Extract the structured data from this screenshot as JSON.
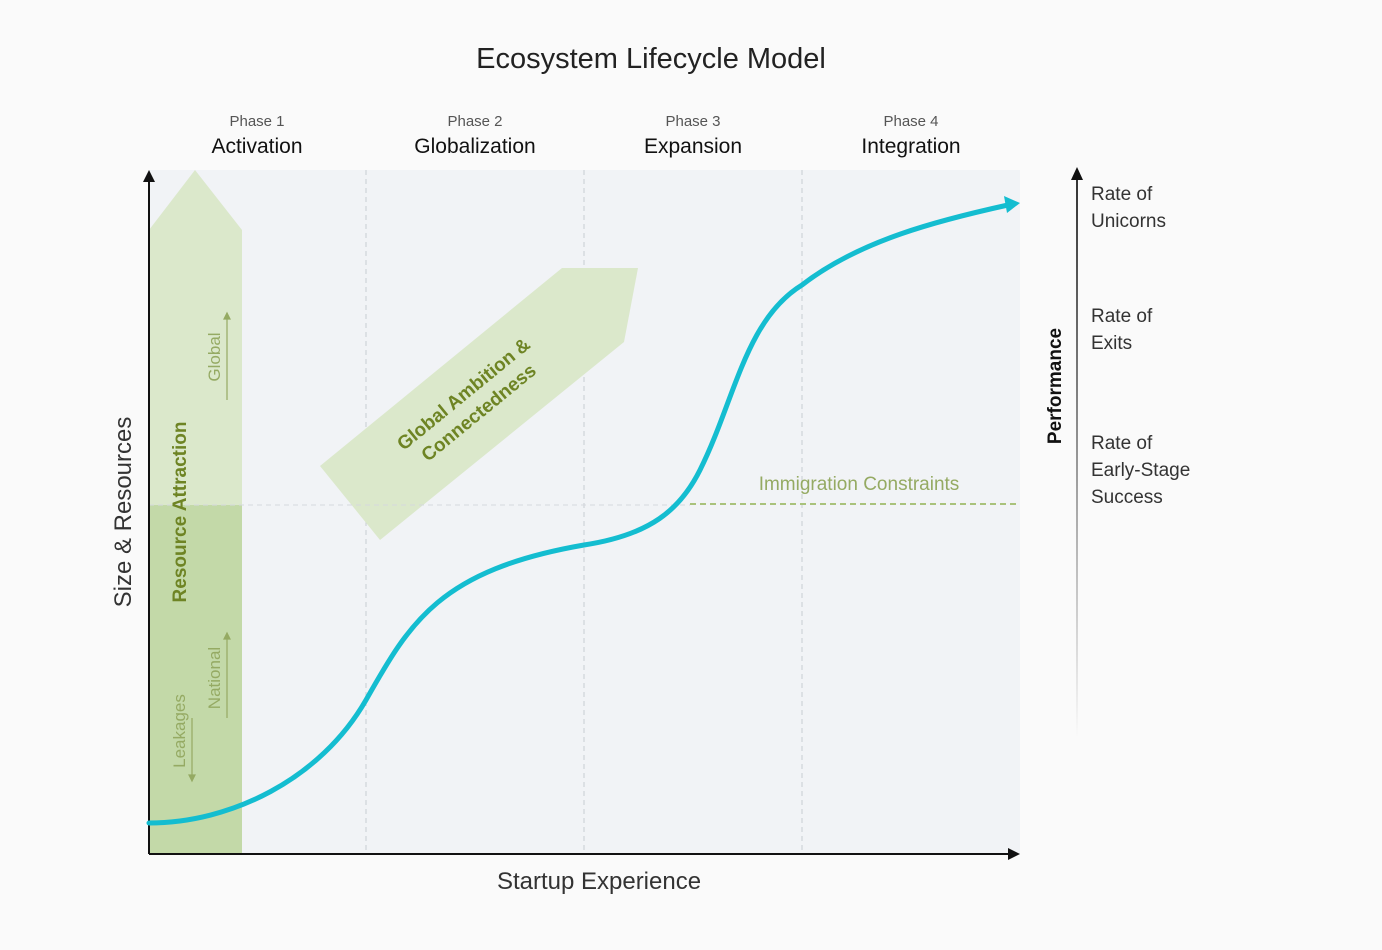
{
  "title": "Ecosystem Lifecycle Model",
  "phases": [
    {
      "number": "Phase 1",
      "name": "Activation"
    },
    {
      "number": "Phase 2",
      "name": "Globalization"
    },
    {
      "number": "Phase 3",
      "name": "Expansion"
    },
    {
      "number": "Phase 4",
      "name": "Integration"
    }
  ],
  "y_axis_label": "Size & Resources",
  "x_axis_label": "Startup Experience",
  "resource_arrow": {
    "label": "Resource Attraction",
    "global": "Global",
    "national": "National",
    "leakages": "Leakages"
  },
  "ambition_arrow": {
    "line1": "Global Ambition &",
    "line2": "Connectedness"
  },
  "immigration_label": "Immigration Constraints",
  "performance": {
    "axis_label": "Performance",
    "levels": [
      {
        "line1": "Rate of",
        "line2": "Unicorns",
        "line3": ""
      },
      {
        "line1": "Rate of",
        "line2": "Exits",
        "line3": ""
      },
      {
        "line1": "Rate of",
        "line2": "Early-Stage",
        "line3": "Success"
      }
    ]
  },
  "colors": {
    "curve": "#14bdd0",
    "plot_bg": "#f1f3f6",
    "green_light": "#dbe8cb",
    "green_dark": "#c3d9a8",
    "olive_text": "#6e8424",
    "muted_green": "#95aa63",
    "axis": "#111111",
    "text": "#222222"
  }
}
